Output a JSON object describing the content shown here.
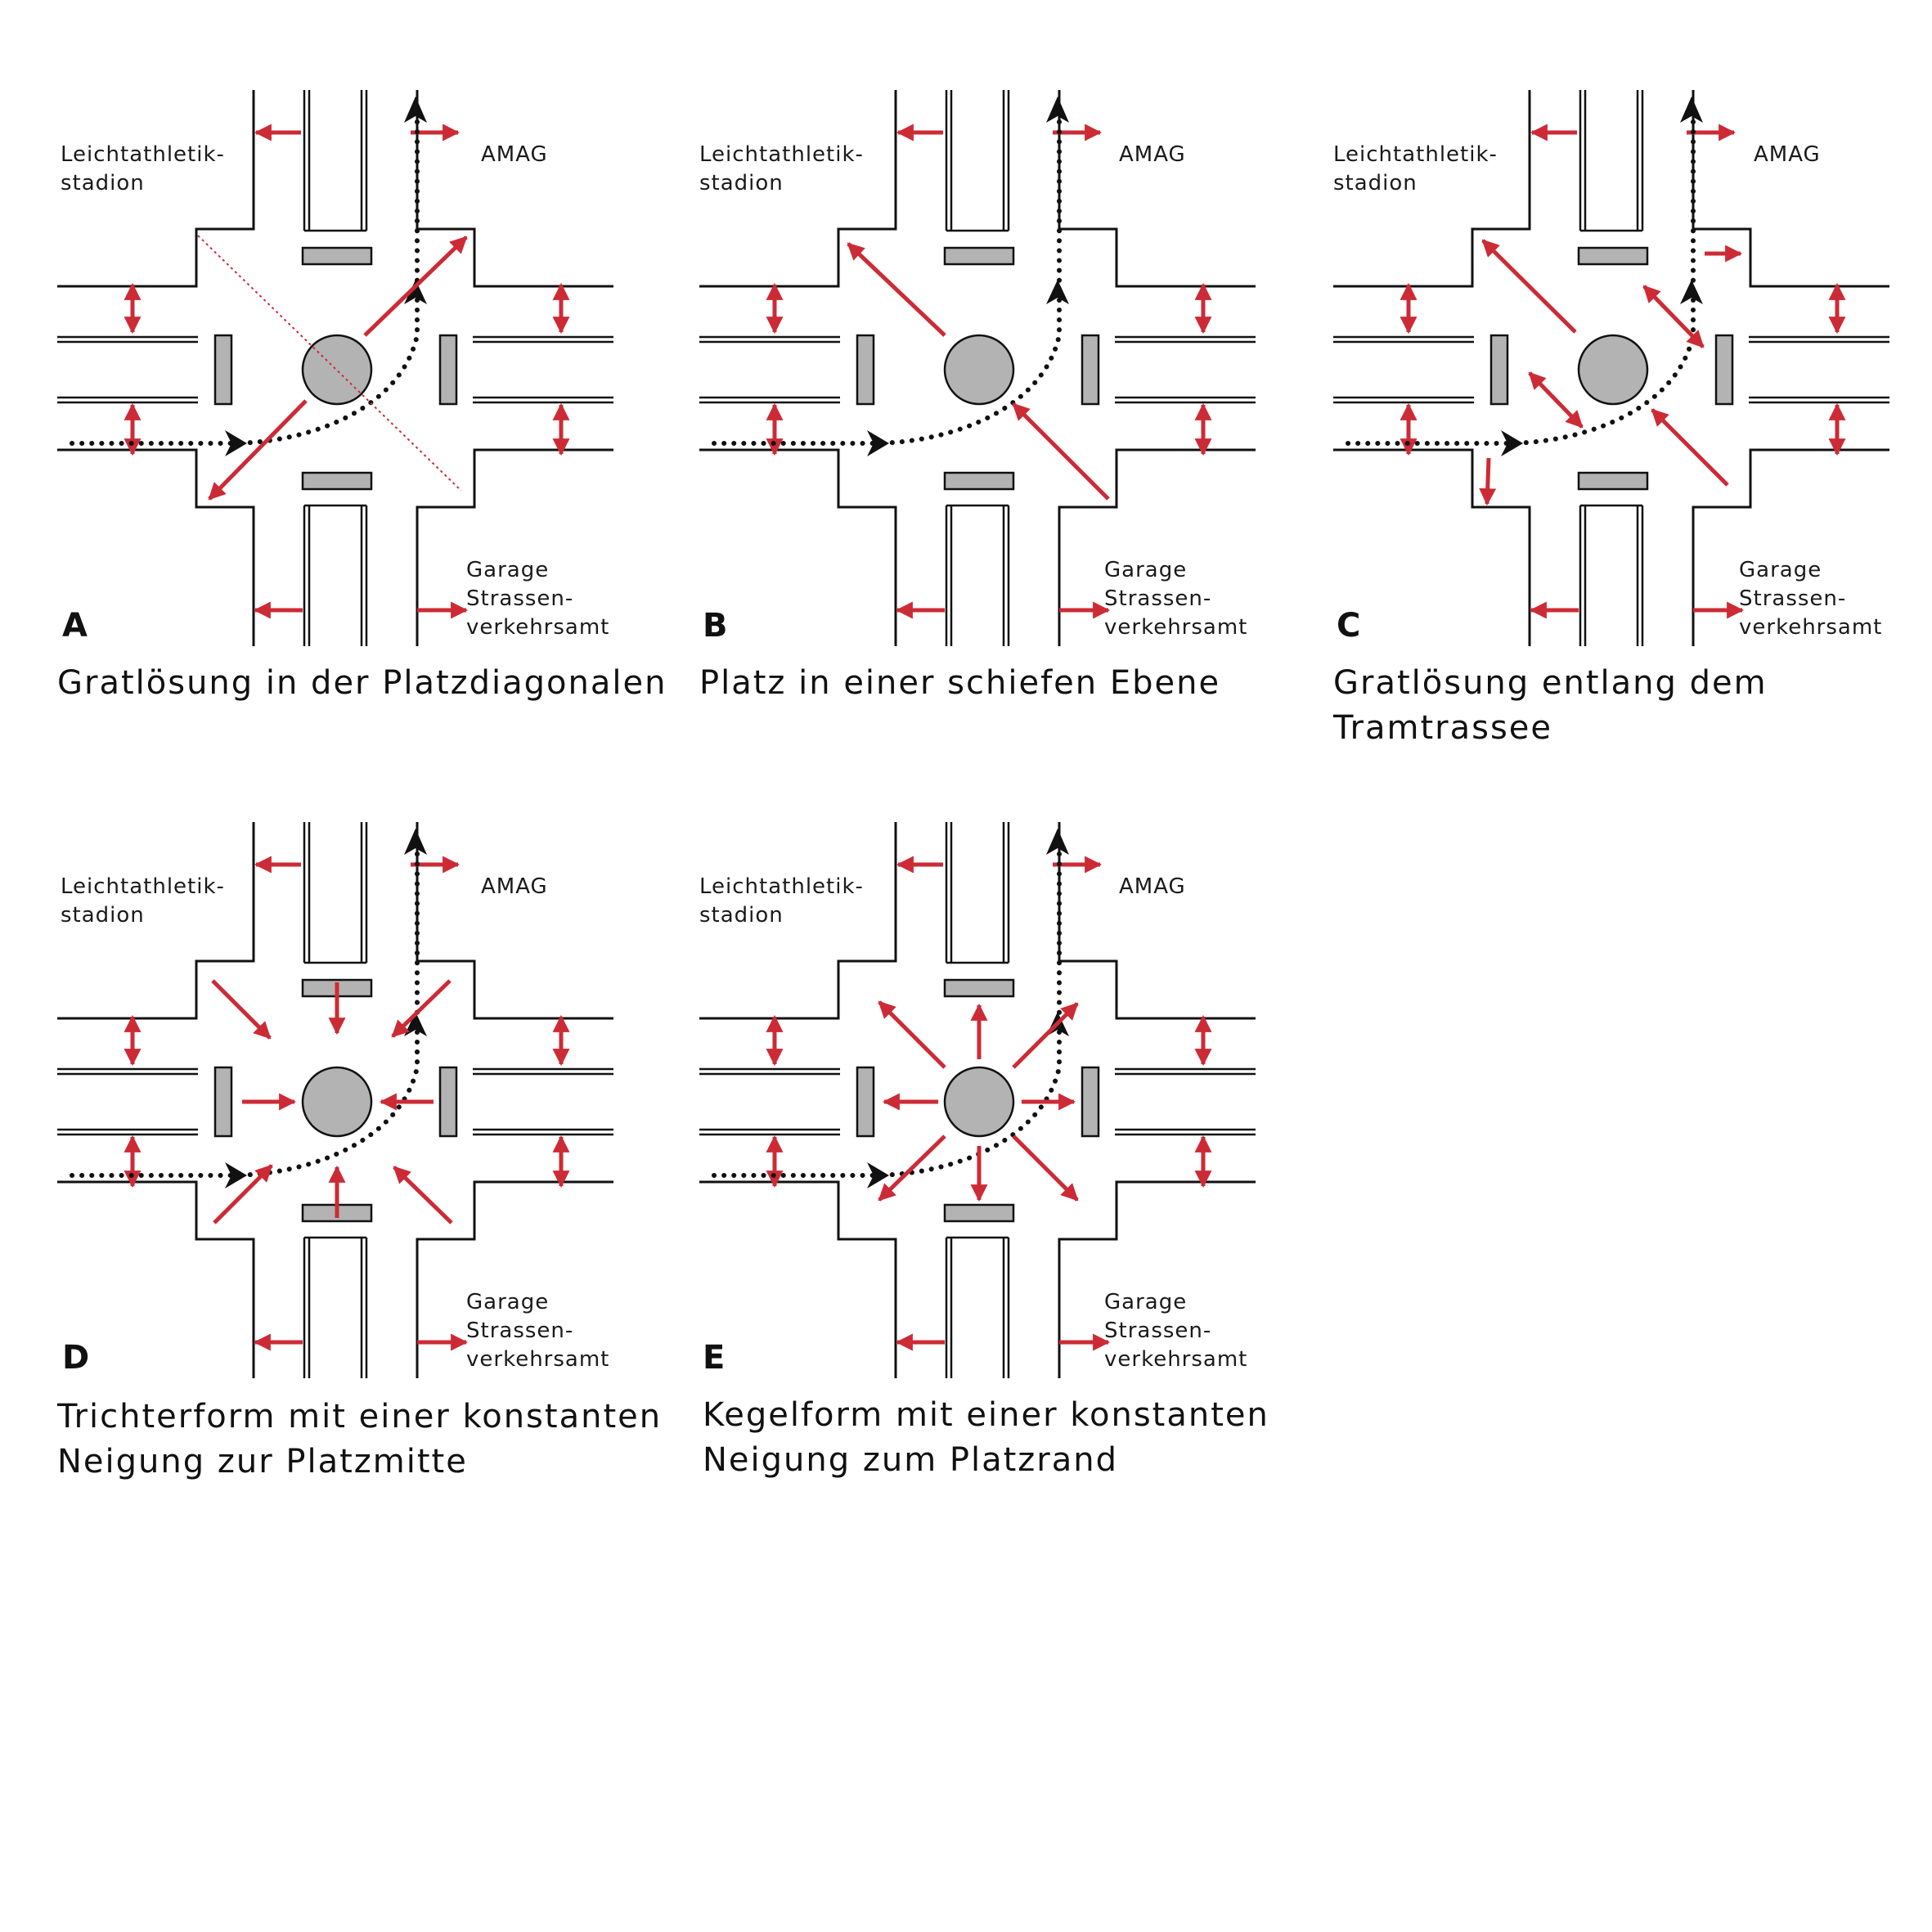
{
  "colors": {
    "arrow": "#cc2b36",
    "outline": "#111111",
    "island": "#b3b3b3",
    "path": "#111111"
  },
  "panels": [
    {
      "id": "A",
      "letter": "A",
      "caption": "Gratlösung in der Platzdiagonalen",
      "variant": "ridge-diagonal",
      "labels": {
        "top_left": "Leichtathletik-\nstadion",
        "top_right": "AMAG",
        "bottom_right": "Garage\nStrassen-\nverkehrsamt"
      }
    },
    {
      "id": "B",
      "letter": "B",
      "caption": "Platz in einer schiefen Ebene",
      "variant": "inclined-plane",
      "labels": {
        "top_left": "Leichtathletik-\nstadion",
        "top_right": "AMAG",
        "bottom_right": "Garage\nStrassen-\nverkehrsamt"
      }
    },
    {
      "id": "C",
      "letter": "C",
      "caption": "Gratlösung entlang dem\nTramtrassee",
      "variant": "ridge-along-tram",
      "labels": {
        "top_left": "Leichtathletik-\nstadion",
        "top_right": "AMAG",
        "bottom_right": "Garage\nStrassen-\nverkehrsamt"
      }
    },
    {
      "id": "D",
      "letter": "D",
      "caption": "Trichterform mit einer konstanten\nNeigung zur Platzmitte",
      "variant": "funnel",
      "labels": {
        "top_left": "Leichtathletik-\nstadion",
        "top_right": "AMAG",
        "bottom_right": "Garage\nStrassen-\nverkehrsamt"
      }
    },
    {
      "id": "E",
      "letter": "E",
      "caption": "Kegelform mit einer konstanten\nNeigung zum Platzrand",
      "variant": "cone",
      "labels": {
        "top_left": "Leichtathletik-\nstadion",
        "top_right": "AMAG",
        "bottom_right": "Garage\nStrassen-\nverkehrsamt"
      }
    }
  ]
}
